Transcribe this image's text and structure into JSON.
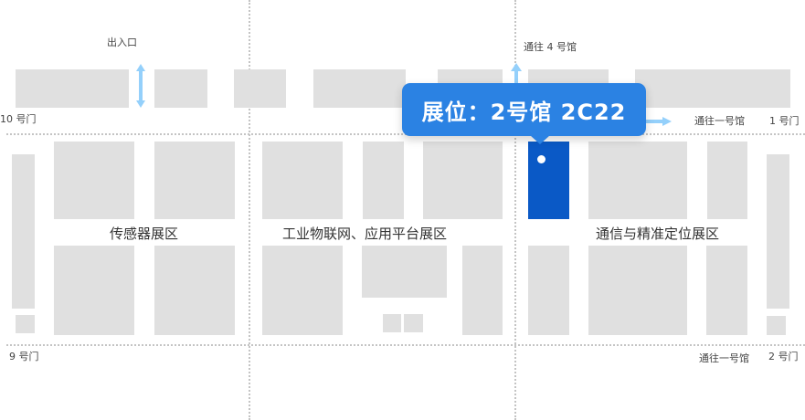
{
  "map": {
    "entrance_label": "出入口",
    "gates": {
      "gate10": "10 号门",
      "gate1": "1 号门",
      "gate9": "9 号门",
      "gate2": "2 号门"
    },
    "directions": {
      "to_hall4": "通往 4 号馆",
      "to_hall1_top": "通往一号馆",
      "to_hall1_bottom": "通往一号馆"
    },
    "zones": [
      {
        "name": "传感器展区"
      },
      {
        "name": "工业物联网、应用平台展区"
      },
      {
        "name": "通信与精准定位展区"
      }
    ],
    "booth_tooltip": "展位：2号馆 2C22",
    "colors": {
      "tooltip": "#2b82e3",
      "highlight_booth": "#0a59c6",
      "block": "#e0e0e0",
      "arrow": "#94d0fb"
    }
  }
}
